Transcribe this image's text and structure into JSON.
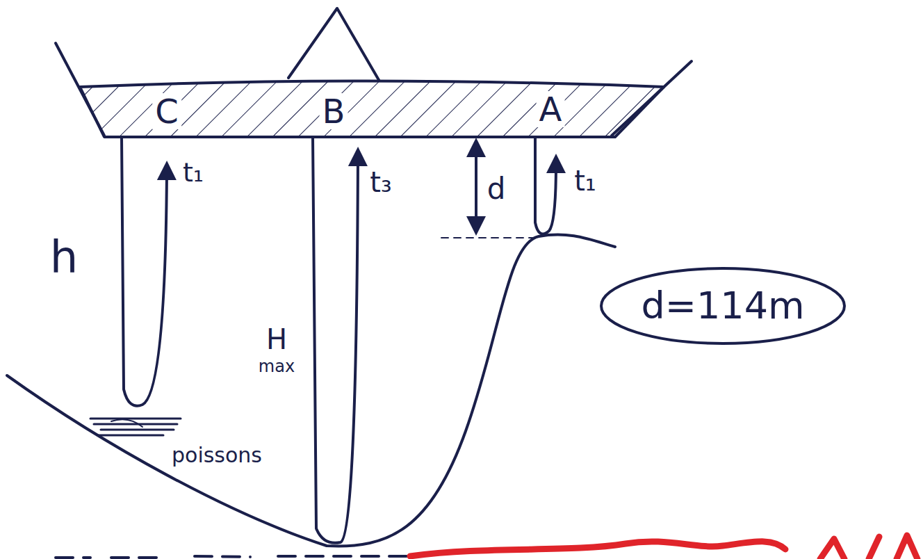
{
  "diagram": {
    "nodes": [
      {
        "text": [
          "d=114m"
        ]
      }
    ],
    "labels": [
      "C",
      "B",
      "A",
      "t₁",
      "t₃",
      "t₁",
      "d",
      "h",
      "H",
      "max",
      "poissons"
    ]
  }
}
